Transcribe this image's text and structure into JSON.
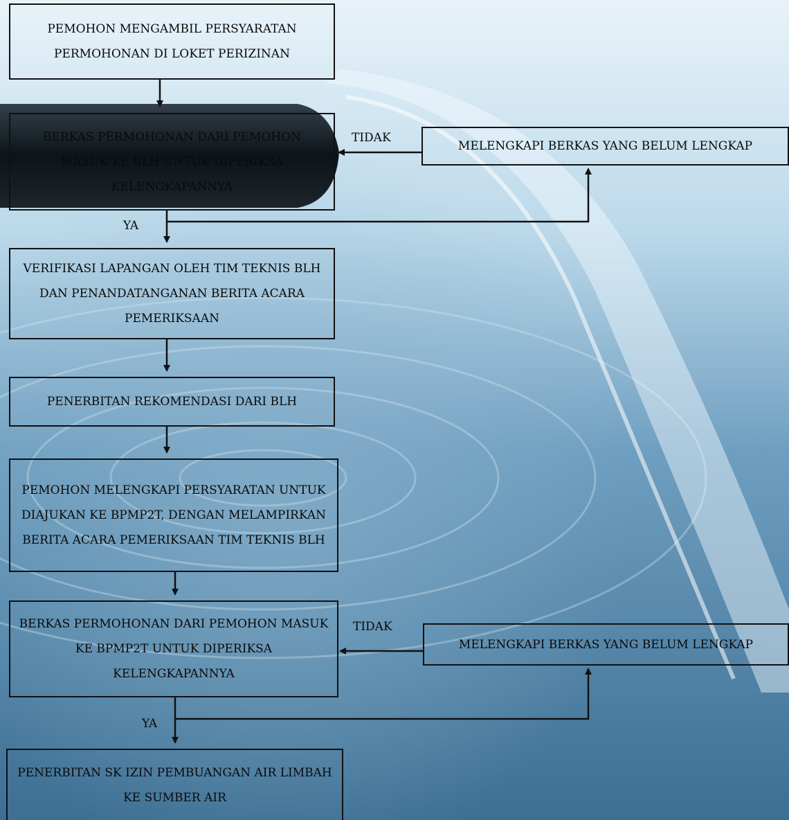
{
  "steps": {
    "s1": "PEMOHON MENGAMBIL PERSYARATAN PERMOHONAN DI LOKET PERIZINAN",
    "s2": "BERKAS PERMOHONAN DARI PEMOHON MASUK KE BLH UNTUK DIPERIKSA KELENGKAPANNYA",
    "s3": "VERIFIKASI LAPANGAN OLEH TIM TEKNIS BLH DAN PENANDATANGANAN BERITA ACARA PEMERIKSAAN",
    "s4": "PENERBITAN REKOMENDASI DARI BLH",
    "s5": "PEMOHON MELENGKAPI PERSYARATAN UNTUK DIAJUKAN KE BPMP2T, DENGAN MELAMPIRKAN BERITA ACARA PEMERIKSAAN TIM TEKNIS BLH",
    "s6": "BERKAS PERMOHONAN DARI PEMOHON MASUK KE BPMP2T UNTUK DIPERIKSA KELENGKAPANNYA",
    "s7": "PENERBITAN SK IZIN PEMBUANGAN AIR LIMBAH KE SUMBER AIR",
    "fix1": "MELENGKAPI BERKAS YANG BELUM LENGKAP",
    "fix2": "MELENGKAPI BERKAS YANG BELUM LENGKAP"
  },
  "labels": {
    "tidak1": "TIDAK",
    "ya1": "YA",
    "tidak2": "TIDAK",
    "ya2": "YA"
  },
  "colors": {
    "line": "#111111",
    "water_light": "#e4f1f8",
    "water_deep": "#3c6f94"
  }
}
